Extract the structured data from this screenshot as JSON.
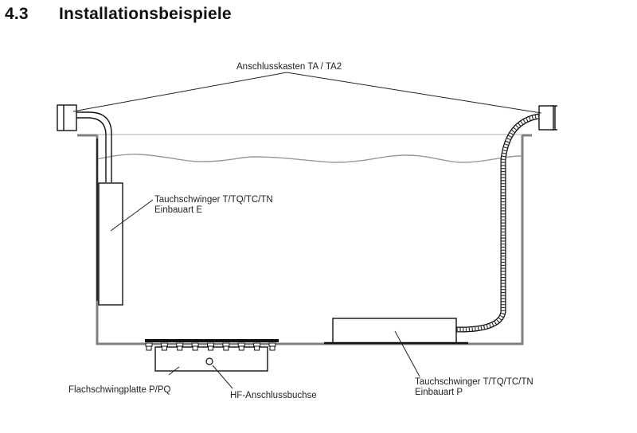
{
  "heading": {
    "number": "4.3",
    "title": "Installationsbeispiele"
  },
  "labels": {
    "junction_box": "Anschlusskasten TA / TA2",
    "transducer_e_line1": "Tauchschwinger T/TQ/TC/TN",
    "transducer_e_line2": "Einbauart E",
    "transducer_p_line1": "Tauchschwinger T/TQ/TC/TN",
    "transducer_p_line2": "Einbauart P",
    "flat_plate": "Flachschwingplatte P/PQ",
    "hf_socket": "HF-Anschlussbuchse"
  },
  "components": {
    "flat_plate_bolt_count": 9
  },
  "colors": {
    "line": "#1a1a1a",
    "tank_wall": "#808080",
    "water": "#9a9a9a"
  }
}
